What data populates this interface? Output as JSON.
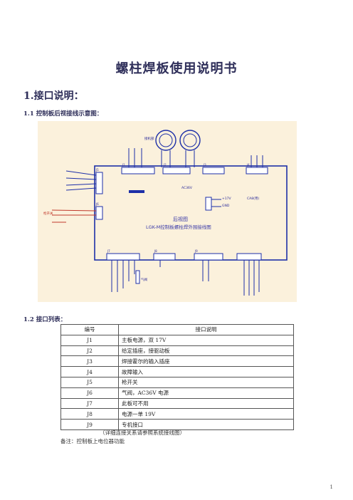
{
  "document": {
    "title": "螺柱焊板使用说明书",
    "section1": "1.接口说明：",
    "section1_1": "1.1 控制板后视接线示意图：",
    "section1_2": "1.2 接口列表：",
    "caption": "（详细连接关系请参照系统接线图）",
    "note": "备注：控制板上电位器功能",
    "page_number": "1"
  },
  "diagram": {
    "center_label_1": "后视图",
    "center_label_2": "LGK-M控制板螺柱焊外围接线图",
    "connectors": [
      "J1",
      "J2",
      "J3",
      "J4",
      "J5",
      "J6",
      "J7",
      "J8",
      "J9"
    ],
    "label_jieji": "接机部",
    "label_jiekou": "枪开关",
    "label_ac": "AC36V",
    "label_dc": "+17V",
    "label_gnd": "GND",
    "label_qifa": "气阀",
    "label_ca": "CA8(用)"
  },
  "table": {
    "headers": [
      "编号",
      "接口说明"
    ],
    "rows": [
      {
        "code": "J1",
        "desc": "主板电源，双 17V"
      },
      {
        "code": "J2",
        "desc": "给定插座，接驱动板"
      },
      {
        "code": "J3",
        "desc": "焊接霍尔的输入插座"
      },
      {
        "code": "J4",
        "desc": "故障输入"
      },
      {
        "code": "J5",
        "desc": "枪开关"
      },
      {
        "code": "J6",
        "desc": "气阀，AC36V 电源"
      },
      {
        "code": "J7",
        "desc": "此板可不用"
      },
      {
        "code": "J8",
        "desc": "电源一单 19V"
      },
      {
        "code": "J9",
        "desc": "专机接口"
      }
    ]
  },
  "colors": {
    "heading": "#2f2f5a",
    "diagram_bg": "#fbf1dc",
    "diagram_line": "#1d2fa8",
    "diagram_red": "#c0392b"
  }
}
